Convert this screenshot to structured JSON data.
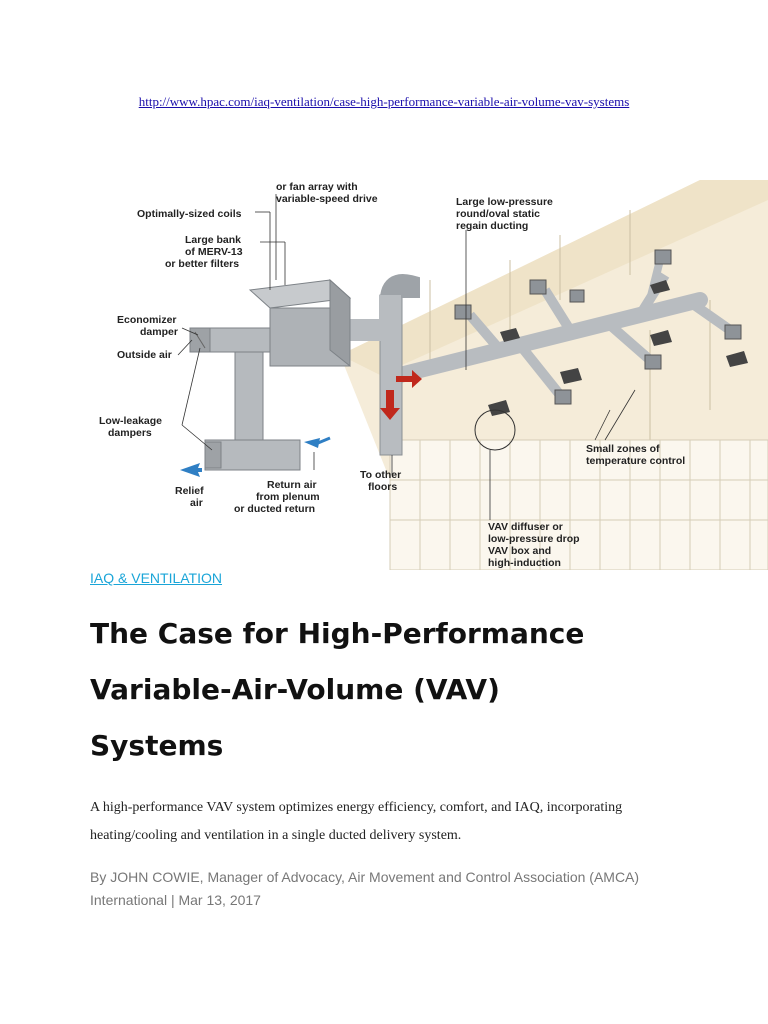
{
  "source_url": "http://www.hpac.com/iaq-ventilation/case-high-performance-variable-air-volume-vav-systems",
  "figure": {
    "labels": {
      "fan_array_1": "or fan array with",
      "fan_array_2": "variable-speed drive",
      "coils": "Optimally-sized coils",
      "filters_1": "Large bank",
      "filters_2": "of MERV-13",
      "filters_3": "or better filters",
      "ducting_1": "Large low-pressure",
      "ducting_2": "round/oval static",
      "ducting_3": "regain ducting",
      "economizer_1": "Economizer",
      "economizer_2": "damper",
      "outside_air": "Outside air",
      "low_leakage_1": "Low-leakage",
      "low_leakage_2": "dampers",
      "relief_1": "Relief",
      "relief_2": "air",
      "return_1": "Return air",
      "return_2": "from plenum",
      "return_3": "or ducted return",
      "other_floors_1": "To other",
      "other_floors_2": "floors",
      "zones_1": "Small zones of",
      "zones_2": "temperature control",
      "diffuser_1": "VAV diffuser or",
      "diffuser_2": "low-pressure drop",
      "diffuser_3": "VAV box and",
      "diffuser_4": "high-induction"
    }
  },
  "category": "IAQ & VENTILATION",
  "headline": {
    "line1": "The Case for High-Performance",
    "line2": "Variable-Air-Volume (VAV)",
    "line3": "Systems"
  },
  "summary": "A high-performance VAV system optimizes energy efficiency, comfort, and IAQ, incorporating heating/cooling and ventilation in a single ducted delivery system.",
  "byline": "By JOHN COWIE, Manager of Advocacy, Air Movement and Control Association (AMCA) International | Mar 13, 2017",
  "colors": {
    "link": "#1a0dab",
    "category": "#1aa5d8",
    "byline": "#777777",
    "building_fill": "#f5ecd9",
    "duct": "#b8bcc0",
    "arrow_red": "#c0281c",
    "arrow_blue": "#2f7fc4"
  }
}
